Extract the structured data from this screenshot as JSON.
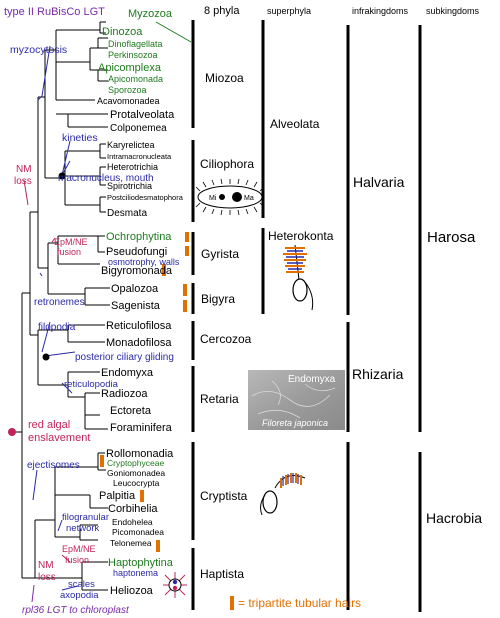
{
  "headers": {
    "phyla": "8 phyla",
    "superphyla": "superphyla",
    "infrakingdoms": "infrakingdoms",
    "subkingdoms": "subkingdoms"
  },
  "taxa": {
    "myzozoa": "Myzozoa",
    "dinozoa": "Dinozoa",
    "dinoflagellata": "Dinoflagellata",
    "perkinsozoa": "Perkinsozoa",
    "apicomplexa": "Apicomplexa",
    "apicomonada": "Apicomonada",
    "sporozoa": "Sporozoa",
    "acavomonadea": "Acavomonadea",
    "protalveolata": "Protalveolata",
    "colponemea": "Colponemea",
    "karyrelictea": "Karyrelictea",
    "intramacronucleata": "Intramacronucleata",
    "heterotrichia": "Heterotrichia",
    "spirotrichia": "Spirotrichia",
    "postciliodesmatophora": "Postciliodesmatophora",
    "desmata": "Desmata",
    "ochrophytina": "Ochrophytina",
    "pseudofungi": "Pseudofungi",
    "bigyromonada": "Bigyromonada",
    "opalozoa": "Opalozoa",
    "sagenista": "Sagenista",
    "reticulofilosa": "Reticulofilosa",
    "monadofilosa": "Monadofilosa",
    "endomyxa": "Endomyxa",
    "radiozoa": "Radiozoa",
    "ectoreta": "Ectoreta",
    "foraminifera": "Foraminifera",
    "rollomonadia": "Rollomonadia",
    "cryptophyceae": "Cryptophyceae",
    "goniomonadea": "Goniomonadea",
    "leucocrypta": "Leucocrypta",
    "palpitia": "Palpitia",
    "corbihelia": "Corbihelia",
    "endohelea": "Endohelea",
    "picomonadea": "Picomonadea",
    "telonemea": "Telonemea",
    "haptophytina": "Haptophytina",
    "heliozoa": "Heliozoa"
  },
  "phyla": {
    "miozoa": "Miozoa",
    "ciliophora": "Ciliophora",
    "gyrista": "Gyrista",
    "bigyra": "Bigyra",
    "cercozoa": "Cercozoa",
    "retaria": "Retaria",
    "cryptista": "Cryptista",
    "haptista": "Haptista"
  },
  "superphyla": {
    "alveolata": "Alveolata",
    "heterokonta": "Heterokonta"
  },
  "infrakingdoms": {
    "halvaria": "Halvaria",
    "rhizaria": "Rhizaria",
    "hacrobia": "Hacrobia"
  },
  "subkingdoms": {
    "harosa": "Harosa"
  },
  "annotations": {
    "type2_rubisco": "type II RuBisCo LGT",
    "myzocytosis": "myzocytosis",
    "kineties": "kineties",
    "macronucleus": "macronucleus, mouth",
    "nm_loss_top_1": "NM",
    "nm_loss_top_2": "loss",
    "epmne_fusion_top_1": "EpM/NE",
    "epmne_fusion_top_2": "fusion",
    "osmotrophy": "osmotrophy, walls",
    "retronemes": "retronemes",
    "filopodia": "filopodia",
    "posterior_gliding": "posterior ciliary gliding",
    "reticulopodia": "reticulopodia",
    "red_algal_1": "red algal",
    "red_algal_2": "enslavement",
    "ejectisomes": "ejectisomes",
    "filogranular_1": "filogranular",
    "filogranular_2": "network",
    "epmne_fusion_bottom_1": "EpM/NE",
    "epmne_fusion_bottom_2": "fusion",
    "haptonema": "haptonema",
    "nm_loss_bottom_1": "NM",
    "nm_loss_bottom_2": "loss",
    "scales_1": "scales",
    "scales_2": "axopodia",
    "rpl36": "rpl36 LGT to chloroplast",
    "cilium_mi": "Mi",
    "cilium_ma": "Ma"
  },
  "photo": {
    "title": "Endomyxa",
    "caption": "Filoreta japonica"
  },
  "legend": {
    "label": "= tripartite tubular hairs"
  },
  "colors": {
    "green": "#1f7a1f",
    "blue": "#2a2aa8",
    "red": "#c0245a",
    "orange": "#e07000",
    "purple": "#7a2aa8"
  }
}
